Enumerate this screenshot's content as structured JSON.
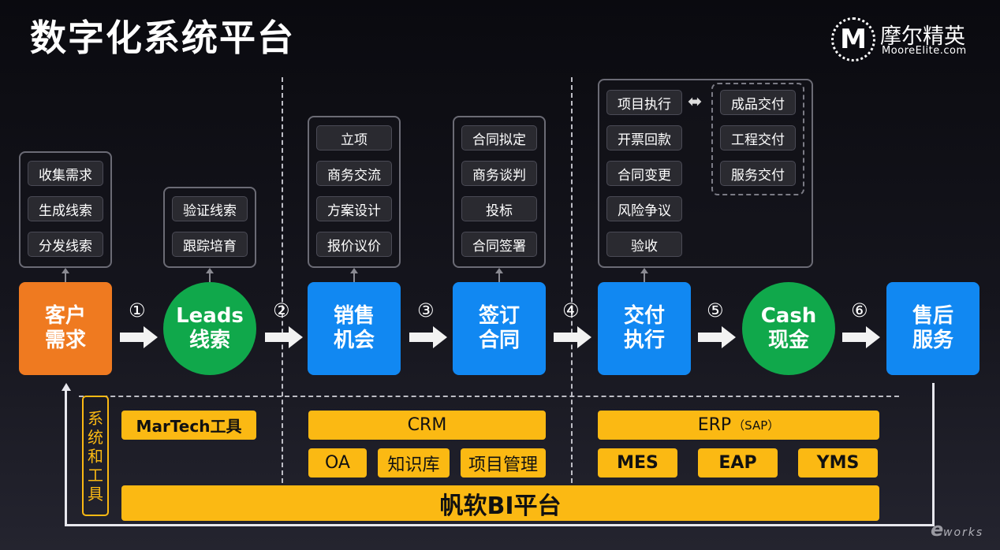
{
  "title": "数字化系统平台",
  "logo": {
    "mark": "M",
    "cn": "摩尔精英",
    "en": "MooreElite.com"
  },
  "stages": [
    {
      "line1": "客户",
      "line2": "需求"
    },
    {
      "line1": "Leads",
      "line2": "线索"
    },
    {
      "line1": "销售",
      "line2": "机会"
    },
    {
      "line1": "签订",
      "line2": "合同"
    },
    {
      "line1": "交付",
      "line2": "执行"
    },
    {
      "line1": "Cash",
      "line2": "现金"
    },
    {
      "line1": "售后",
      "line2": "服务"
    }
  ],
  "steps": [
    "①",
    "②",
    "③",
    "④",
    "⑤",
    "⑥"
  ],
  "groups": {
    "customer": [
      "收集需求",
      "生成线索",
      "分发线索"
    ],
    "leads": [
      "验证线索",
      "跟踪培育"
    ],
    "opportunity": [
      "立项",
      "商务交流",
      "方案设计",
      "报价议价"
    ],
    "contract": [
      "合同拟定",
      "商务谈判",
      "投标",
      "合同签署"
    ],
    "delivery": [
      "项目执行",
      "开票回款",
      "合同变更",
      "风险争议",
      "验收"
    ],
    "delivery_types": [
      "成品交付",
      "工程交付",
      "服务交付"
    ]
  },
  "tools": {
    "label_chars": [
      "系",
      "统",
      "和",
      "工",
      "具"
    ],
    "martech": "MarTech工具",
    "crm": "CRM",
    "oa": "OA",
    "kb": "知识库",
    "pm": "项目管理",
    "erp": "ERP",
    "erp_sub": "（SAP）",
    "mes": "MES",
    "eap": "EAP",
    "yms": "YMS",
    "bi": "帆软BI平台"
  },
  "watermark": {
    "mark": "e",
    "text": "works"
  },
  "colors": {
    "orange": "#ef7a20",
    "blue": "#1188f2",
    "green": "#10a84b",
    "yellow": "#fbb913"
  }
}
